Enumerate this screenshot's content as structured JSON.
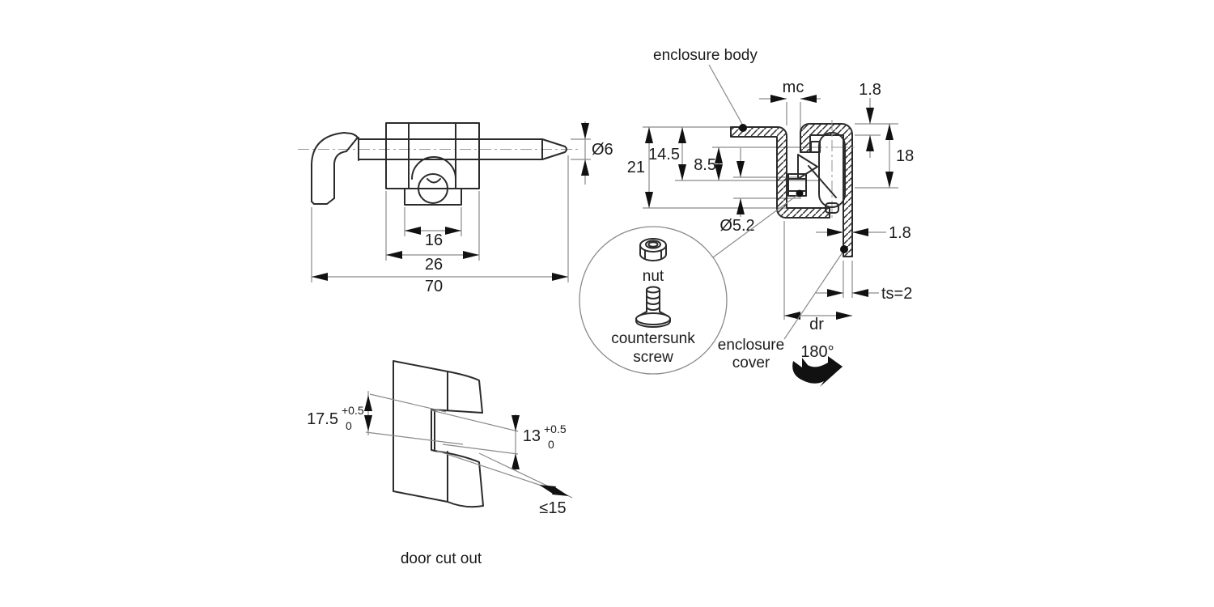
{
  "colors": {
    "background": "#ffffff",
    "line": "#2b2b2b",
    "dim_line": "#8a8a8a",
    "text": "#1c1c1c",
    "arrow": "#111111"
  },
  "hinge_view": {
    "dim_pin_diameter": "Ø6",
    "dim_inner_width": "16",
    "dim_body_width": "26",
    "dim_total_length": "70"
  },
  "section_view": {
    "label_enclosure_body": "enclosure body",
    "label_enclosure_cover_line1": "enclosure",
    "label_enclosure_cover_line2": "cover",
    "dim_mc": "mc",
    "dim_cover_thickness_top": "1.8",
    "dim_height_21": "21",
    "dim_height_14_5": "14.5",
    "dim_height_8_5": "8.5",
    "dim_height_18": "18",
    "dim_hole_diameter": "Ø5.2",
    "dim_cover_thickness_side": "1.8",
    "dim_sheet_thickness": "ts=2",
    "dim_door_return": "dr",
    "dim_opening_angle": "180°"
  },
  "detail_view": {
    "label_nut": "nut",
    "label_screw_line1": "countersunk",
    "label_screw_line2": "screw"
  },
  "door_cutout_view": {
    "dim_height_main": "17.5",
    "dim_height_main_tol_upper": "+0.5",
    "dim_height_main_tol_lower": "0",
    "dim_notch_height": "13",
    "dim_notch_tol_upper": "+0.5",
    "dim_notch_tol_lower": "0",
    "dim_depth_max": "≤15",
    "caption": "door cut out"
  }
}
